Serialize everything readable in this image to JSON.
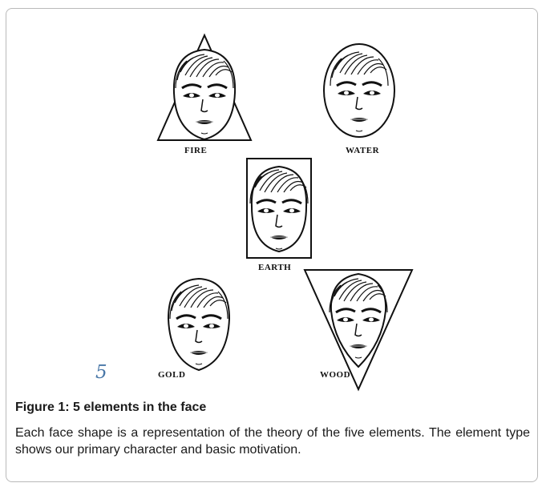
{
  "figure": {
    "faces": [
      {
        "label": "FIRE",
        "shape": "triangle"
      },
      {
        "label": "WATER",
        "shape": "circle"
      },
      {
        "label": "EARTH",
        "shape": "square"
      },
      {
        "label": "GOLD",
        "shape": "oval"
      },
      {
        "label": "WOOD",
        "shape": "inverted-triangle"
      }
    ],
    "page_marker": "5",
    "caption_title": "Figure 1: 5 elements in the face",
    "caption_text": "Each face shape is a representation of the theory of the five elements. The element type shows our primary character and basic motivation."
  }
}
